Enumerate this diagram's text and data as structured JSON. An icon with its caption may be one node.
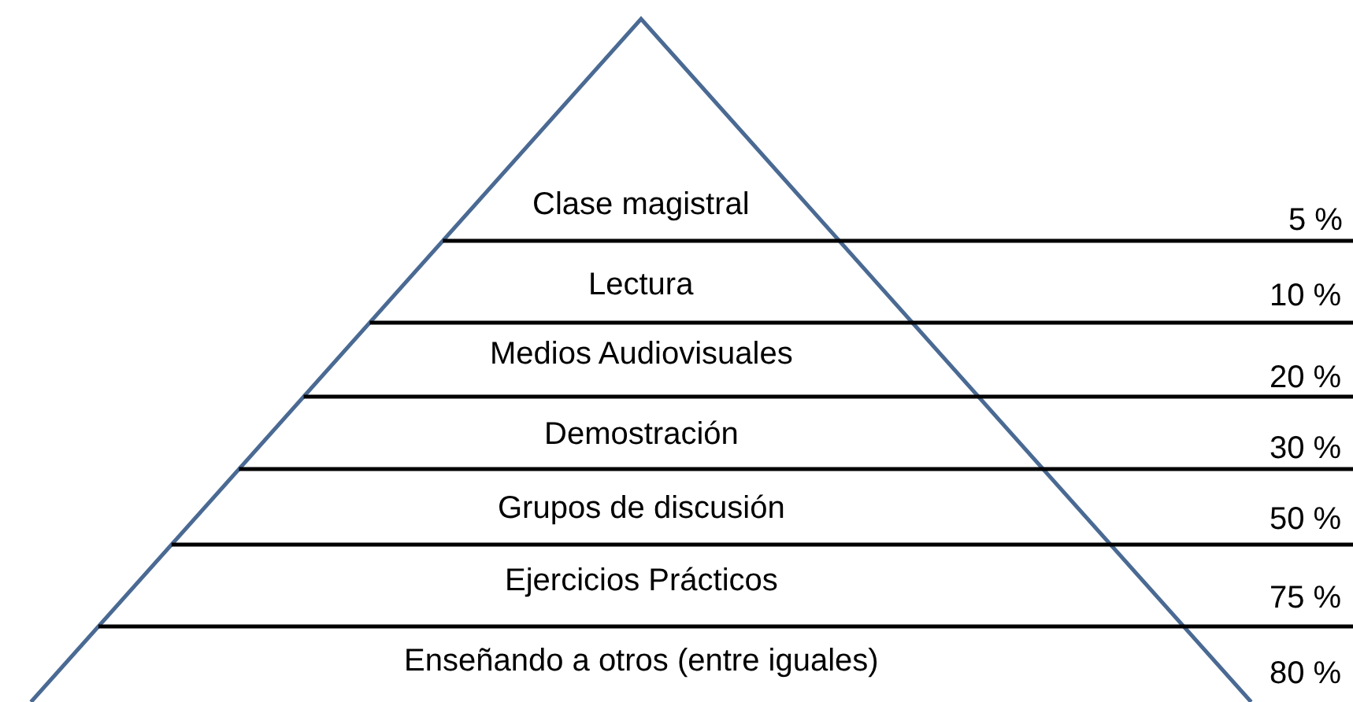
{
  "diagram": {
    "nodes": [
      {
        "text": [
          "Clase magistral"
        ]
      },
      {
        "text": [
          "Lectura"
        ]
      },
      {
        "text": [
          "Medios Audiovisuales"
        ]
      },
      {
        "text": [
          "Demostración"
        ]
      },
      {
        "text": [
          "Grupos de discusión"
        ]
      },
      {
        "text": [
          "Ejercicios Prácticos"
        ]
      },
      {
        "text": [
          "Enseñando a otros (entre iguales)"
        ]
      }
    ],
    "labels": [
      "5 %",
      "10 %",
      "20 %",
      "30 %",
      "50 %",
      "75 %",
      "80 %"
    ]
  }
}
